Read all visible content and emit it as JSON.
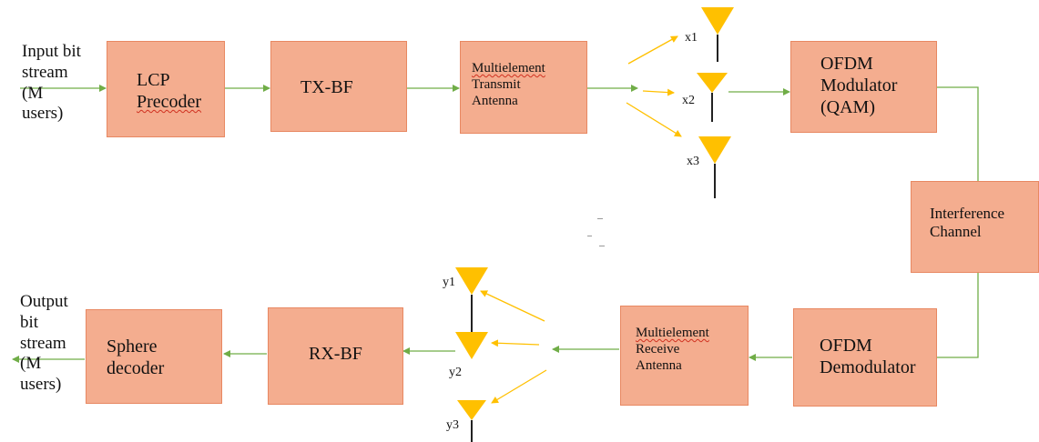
{
  "colors": {
    "block_fill": "#f4ad8f",
    "block_border": "#e88862",
    "wire": "#70ad47",
    "antenna": "#ffc000",
    "spellcheck": "#d03020"
  },
  "io": {
    "input_lines": [
      "Input bit",
      "stream",
      "(M",
      "users)"
    ],
    "output_lines": [
      "Output",
      "bit",
      "stream",
      "(M",
      "users)"
    ]
  },
  "blocks": {
    "lcp": {
      "lines": [
        "LCP",
        "Precoder"
      ]
    },
    "txbf": {
      "lines": [
        "TX-BF"
      ]
    },
    "mtx": {
      "lines": [
        "Multielement",
        "Transmit",
        "Antenna"
      ]
    },
    "ofdm_mod": {
      "lines": [
        "OFDM",
        "Modulator",
        "(QAM)"
      ]
    },
    "interference": {
      "lines": [
        "Interference",
        "Channel"
      ]
    },
    "ofdm_demod": {
      "lines": [
        "OFDM",
        "Demodulator"
      ]
    },
    "mrx": {
      "lines": [
        "Multielement",
        "Receive",
        "Antenna"
      ]
    },
    "rxbf": {
      "lines": [
        "RX-BF"
      ]
    },
    "sphere": {
      "lines": [
        "Sphere",
        "decoder"
      ]
    }
  },
  "tx_antennas": [
    "x1",
    "x2",
    "x3"
  ],
  "rx_antennas": [
    "y1",
    "y2",
    "y3"
  ]
}
